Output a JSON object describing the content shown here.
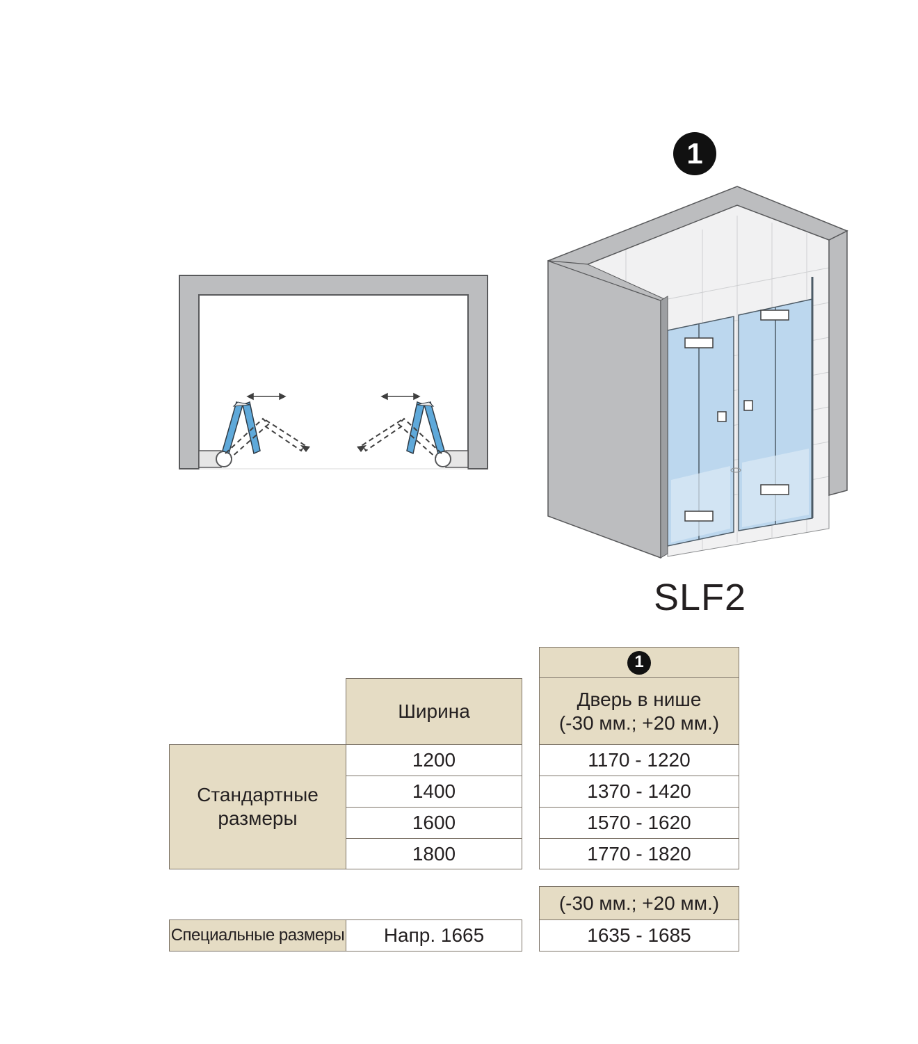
{
  "diagram": {
    "badge": "1",
    "model": "SLF2"
  },
  "table": {
    "badge": "1",
    "width_header": "Ширина",
    "niche_header": [
      "Дверь в нише",
      "(-30 мм.; +20 мм.)"
    ],
    "standard_label": [
      "Стандартные",
      "размеры"
    ],
    "standard_rows": [
      {
        "width": "1200",
        "niche": "1170 - 1220"
      },
      {
        "width": "1400",
        "niche": "1370 - 1420"
      },
      {
        "width": "1600",
        "niche": "1570 - 1620"
      },
      {
        "width": "1800",
        "niche": "1770 - 1820"
      }
    ],
    "special_tolerance": "(-30 мм.; +20 мм.)",
    "special_label": "Специальные размеры",
    "special_width": "Напр. 1665",
    "special_niche": "1635 - 1685"
  },
  "colors": {
    "wall": "#bcbdbf",
    "glass": "#bcd7ee",
    "glass_accent": "#5fa9da",
    "table_header": "#e5dcc4",
    "border": "#7b7266"
  }
}
